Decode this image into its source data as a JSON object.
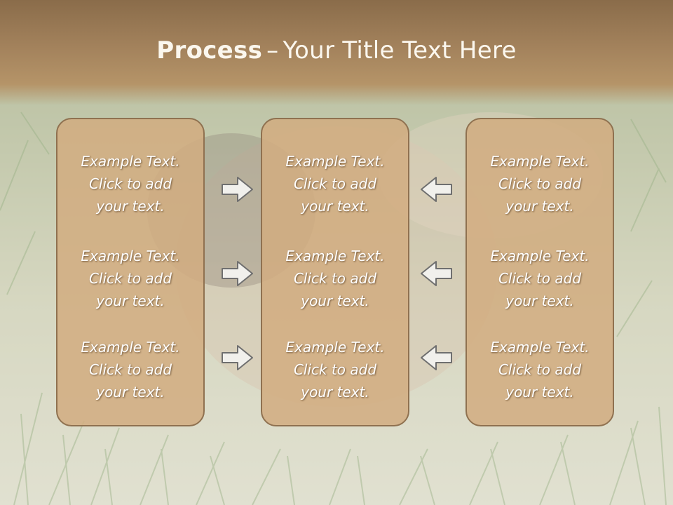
{
  "title": {
    "bold": "Process",
    "separator": "–",
    "rest": "Your Title Text Here"
  },
  "columns": [
    {
      "items": [
        {
          "l1": "Example Text.",
          "l2": "Click  to add",
          "l3": "your text."
        },
        {
          "l1": "Example Text.",
          "l2": "Click  to add",
          "l3": "your text."
        },
        {
          "l1": "Example Text.",
          "l2": "Click  to add",
          "l3": "your text."
        }
      ]
    },
    {
      "items": [
        {
          "l1": "Example Text.",
          "l2": "Click  to add",
          "l3": "your text."
        },
        {
          "l1": "Example Text.",
          "l2": "Click  to add",
          "l3": "your text."
        },
        {
          "l1": "Example Text.",
          "l2": "Click  to add",
          "l3": "your text."
        }
      ]
    },
    {
      "items": [
        {
          "l1": "Example Text.",
          "l2": "Click  to add",
          "l3": "your text."
        },
        {
          "l1": "Example Text.",
          "l2": "Click  to add",
          "l3": "your text."
        },
        {
          "l1": "Example Text.",
          "l2": "Click  to add",
          "l3": "your text."
        }
      ]
    }
  ],
  "arrows": {
    "left_group": "right-arrow-icon",
    "right_group": "left-arrow-icon"
  },
  "colors": {
    "header": "#a3825c",
    "box_fill": "#d2ac80",
    "box_border": "#8f7150",
    "text": "#ffffff"
  }
}
